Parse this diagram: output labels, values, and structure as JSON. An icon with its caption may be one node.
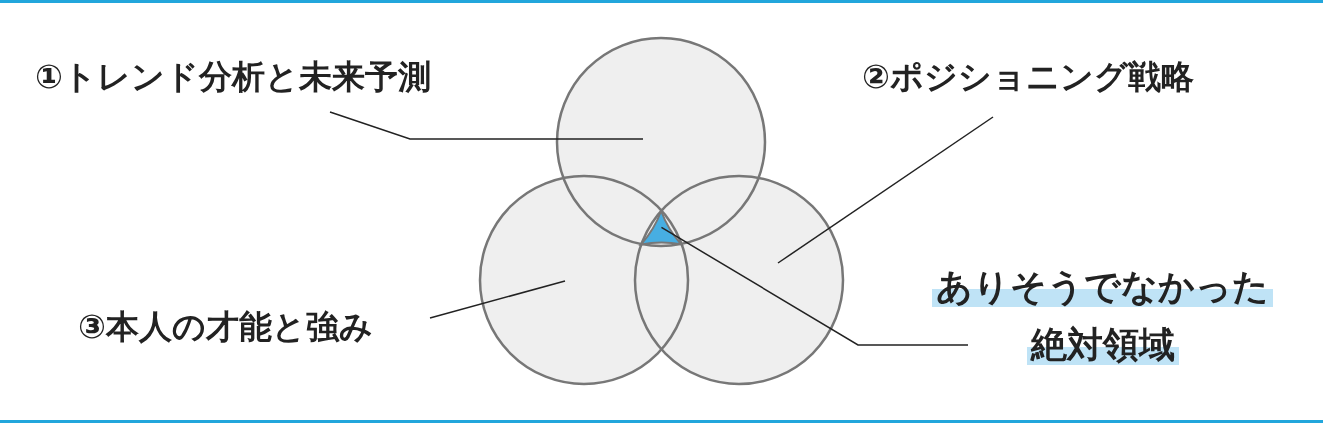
{
  "diagram": {
    "nodes": [
      {
        "text": [
          "①トレンド分析と未来予測"
        ]
      },
      {
        "text": [
          "②ポジショニング戦略"
        ]
      },
      {
        "text": [
          "③本人の才能と強み"
        ]
      },
      {
        "text": [
          "ありそうでなかった絶対領域"
        ]
      },
      {
        "text": [],
        "shape": "circle"
      },
      {
        "text": [],
        "shape": "circle"
      },
      {
        "text": [],
        "shape": "circle"
      },
      {
        "text": [],
        "shape": "triangle"
      }
    ],
    "edges": [
      {
        "from": 0,
        "to": 4,
        "arrow": "none"
      },
      {
        "from": 1,
        "to": 6,
        "arrow": "none"
      },
      {
        "from": 2,
        "to": 5,
        "arrow": "none"
      },
      {
        "from": 3,
        "to": 7,
        "arrow": "none"
      }
    ]
  }
}
